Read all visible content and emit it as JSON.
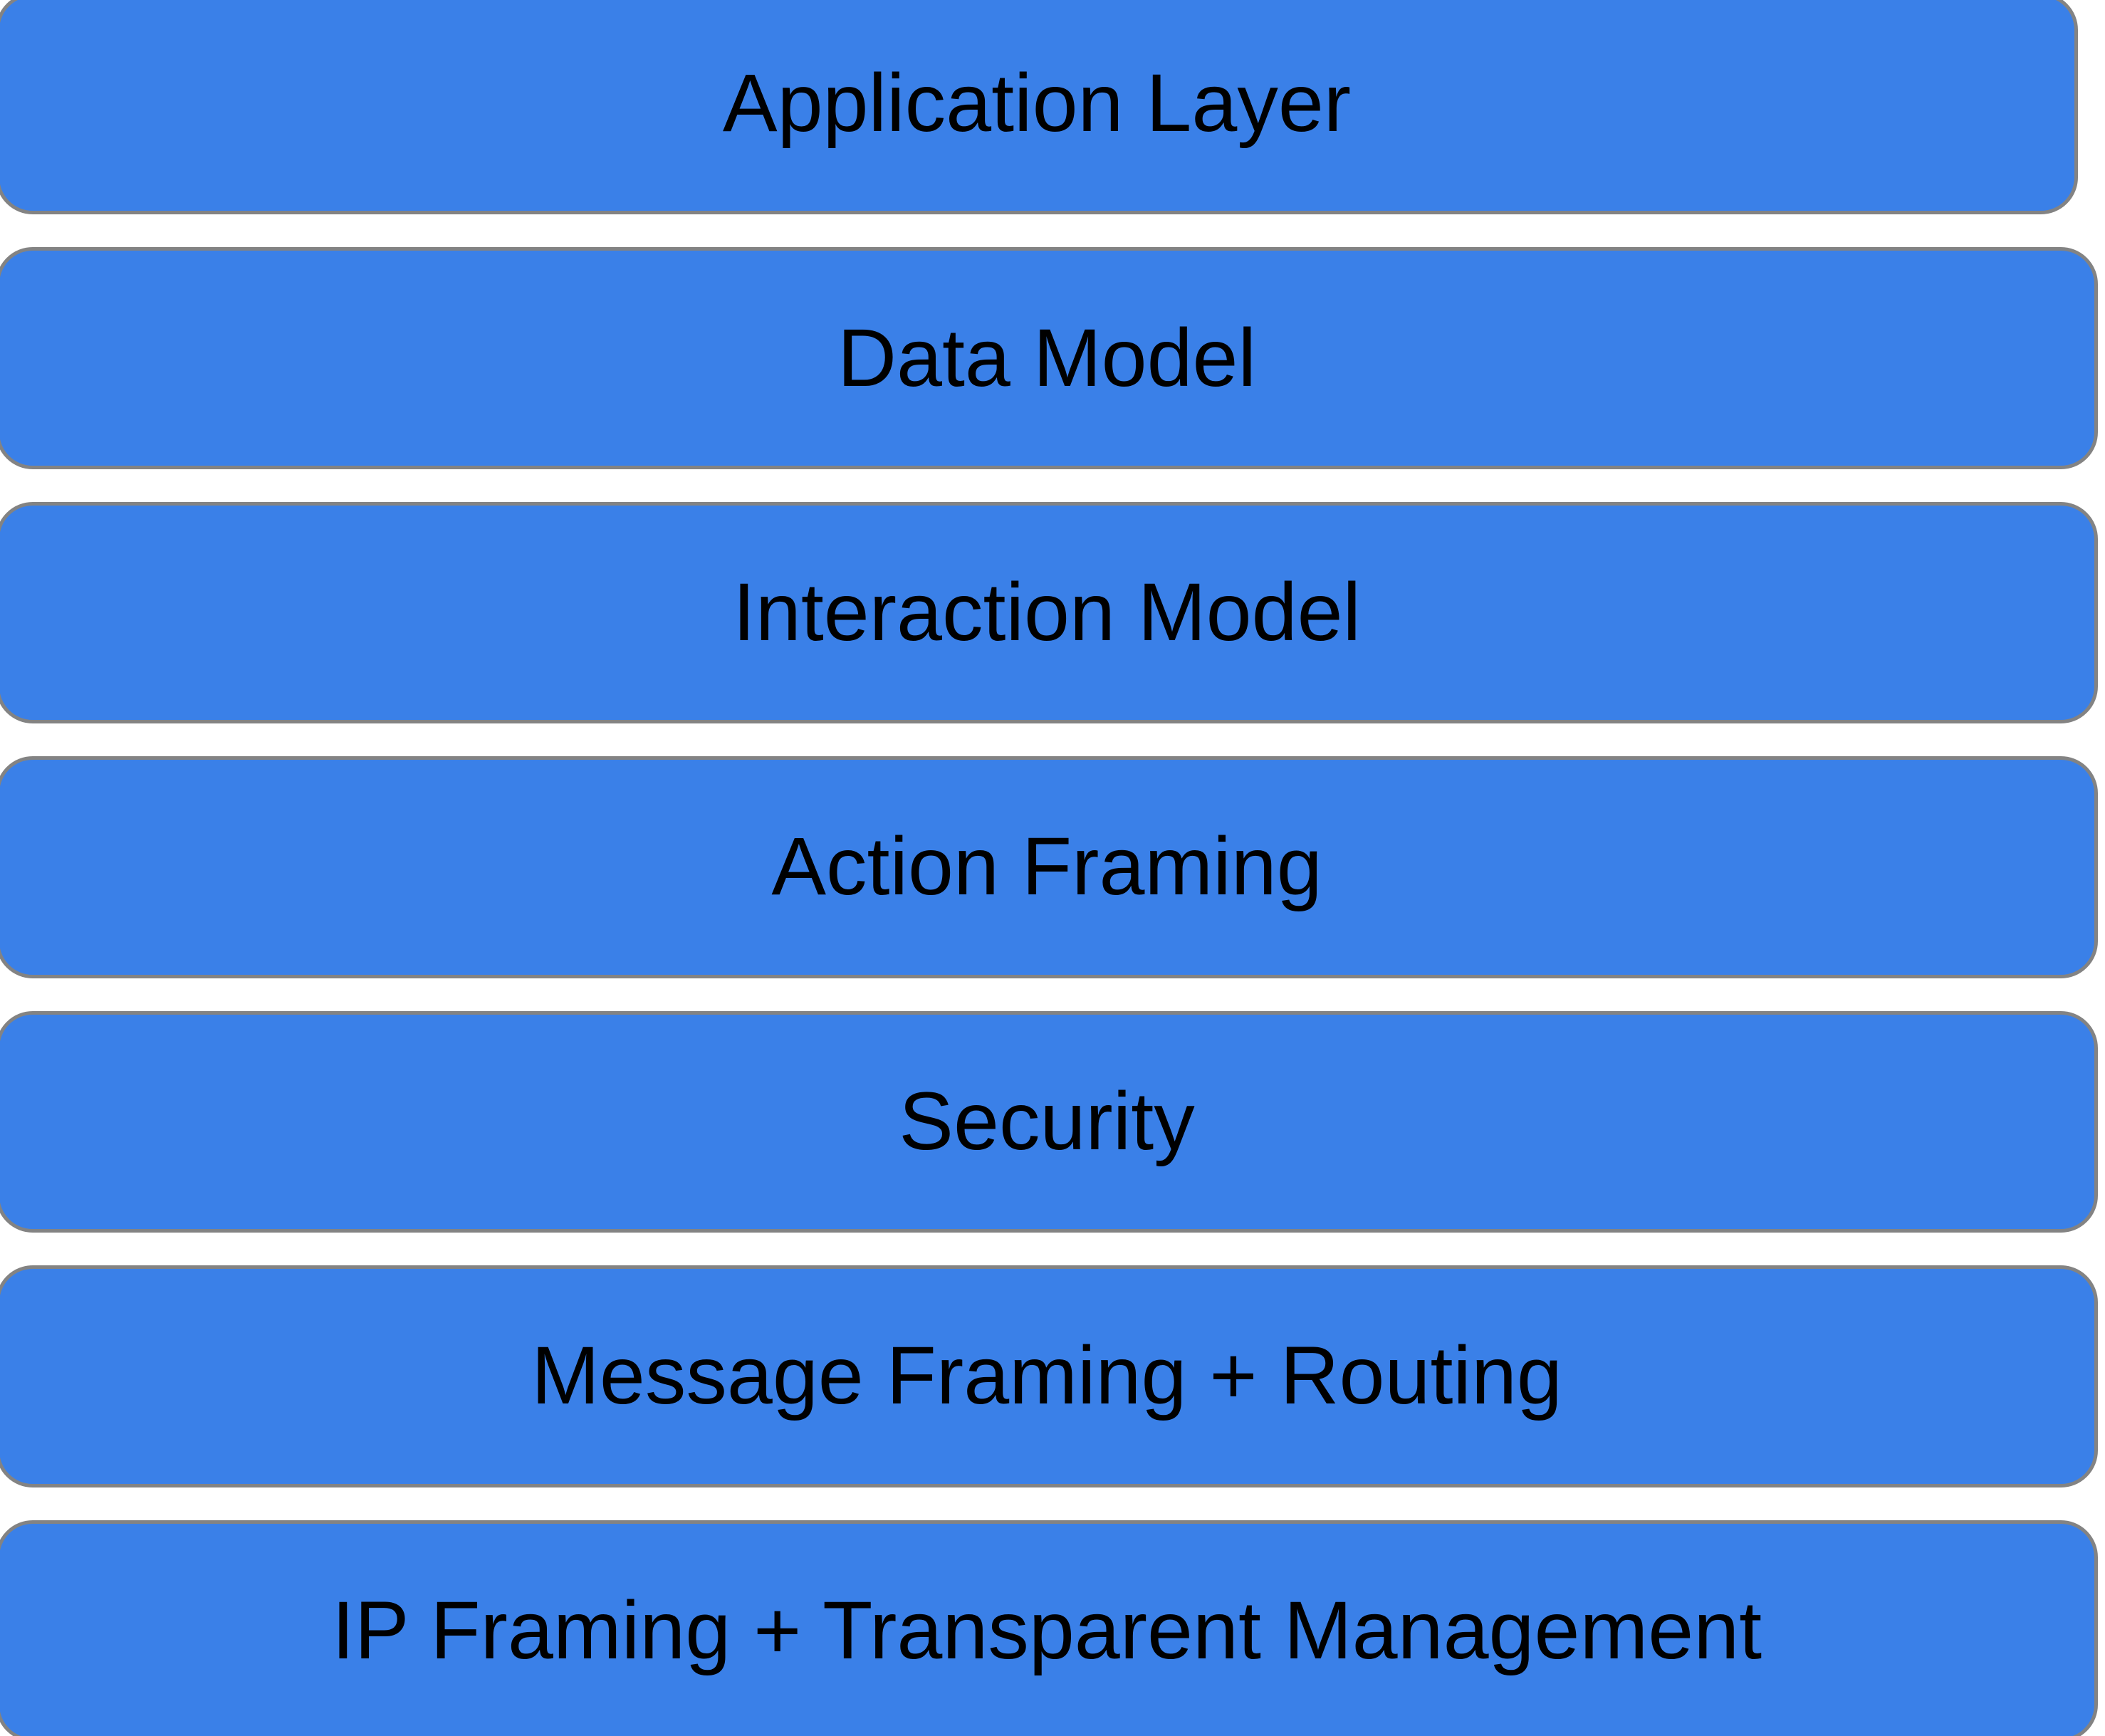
{
  "diagram": {
    "type": "layer-stack",
    "layers": [
      {
        "label": "Application Layer"
      },
      {
        "label": "Data Model"
      },
      {
        "label": "Interaction Model"
      },
      {
        "label": "Action Framing"
      },
      {
        "label": "Security"
      },
      {
        "label": "Message Framing + Routing"
      },
      {
        "label": "IP Framing + Transparent Management"
      }
    ]
  },
  "colors": {
    "background": "#FFFFFF",
    "box_fill": "#3A80E8",
    "box_border": "#838383",
    "label_text": "#000000"
  }
}
